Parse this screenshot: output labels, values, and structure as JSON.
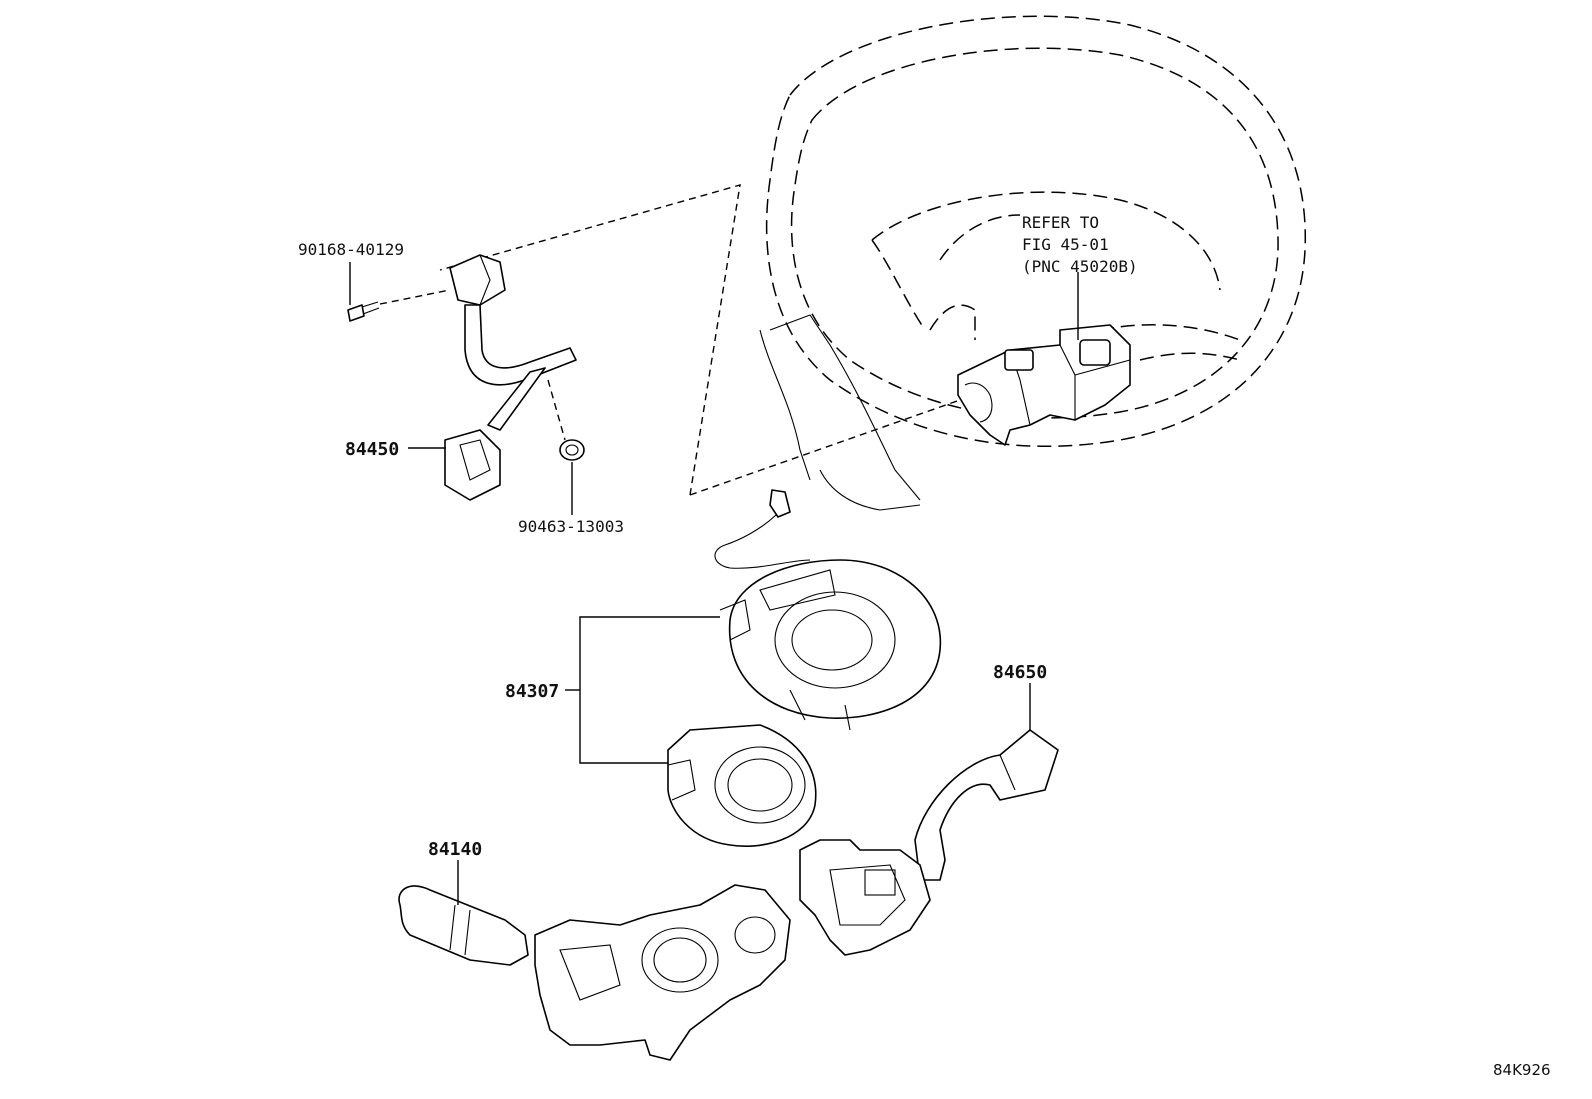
{
  "callouts": {
    "p90168": "90168-40129",
    "p84450": "84450",
    "p90463": "90463-13003",
    "p84307": "84307",
    "p84650": "84650",
    "p84140": "84140"
  },
  "refer": {
    "line1": "REFER TO",
    "line2": "FIG 45-01",
    "line3": "(PNC 45020B)"
  },
  "figure_code": "84K926"
}
